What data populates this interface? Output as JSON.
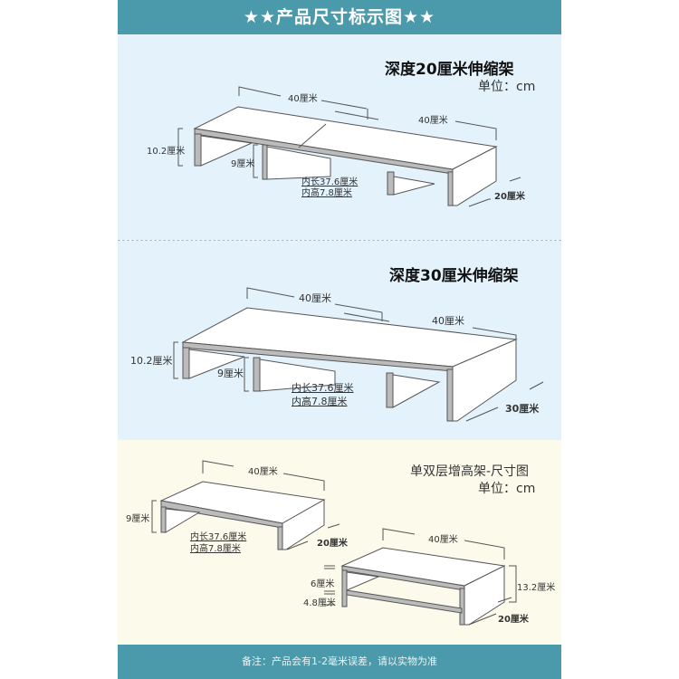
{
  "header": {
    "title": "★★产品尺寸标示图★★"
  },
  "section1": {
    "title": "深度20厘米伸缩架",
    "unit": "单位：cm",
    "length_left": "40厘米",
    "length_right": "40厘米",
    "height_outer": "10.2厘米",
    "height_inner": "9厘米",
    "inner_length": "内长37.6厘米",
    "inner_height": "内高7.8厘米",
    "depth": "20厘米"
  },
  "section2": {
    "title": "深度30厘米伸缩架",
    "length_left": "40厘米",
    "length_right": "40厘米",
    "height_outer": "10.2厘米",
    "height_inner": "9厘米",
    "inner_length": "内长37.6厘米",
    "inner_height": "内高7.8厘米",
    "depth": "30厘米"
  },
  "section3": {
    "title": "单双层增高架-尺寸图",
    "unit": "单位：cm",
    "single": {
      "length": "40厘米",
      "height": "9厘米",
      "inner_length": "内长37.6厘米",
      "inner_height": "内高7.8厘米",
      "depth": "20厘米"
    },
    "double": {
      "length": "40厘米",
      "upper_gap": "6厘米",
      "lower_gap": "4.8厘米",
      "height": "13.2厘米",
      "depth": "20厘米"
    }
  },
  "footer": {
    "note": "备注：产品会有1-2毫米误差，请以实物为准"
  },
  "colors": {
    "header": "#4b9aab",
    "blue_bg": "#e3f2fb",
    "cream_bg": "#fcfbeb"
  }
}
